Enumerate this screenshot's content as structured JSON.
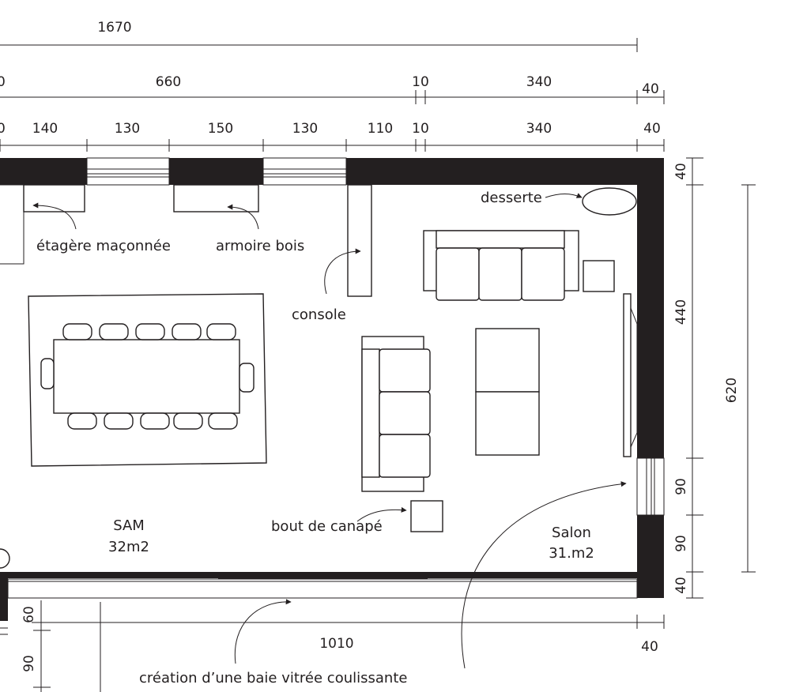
{
  "dimensions": {
    "overall": "1670",
    "row2": {
      "left_cut": "0",
      "span_a": "660",
      "span_b": "10",
      "span_c": "340",
      "span_d": "40"
    },
    "row3": {
      "left_cut": "0",
      "w1": "140",
      "w2": "130",
      "w3": "150",
      "w4": "130",
      "w5": "110",
      "w6": "10",
      "w7": "340",
      "w8": "40"
    },
    "right": {
      "top": "40",
      "middle": "440",
      "window": "90",
      "lower": "90",
      "bottom": "40",
      "total": "620"
    },
    "bottom": {
      "span": "1010",
      "end": "40",
      "left_a": "60",
      "left_b": "90"
    }
  },
  "labels": {
    "shelf": "étagère maçonnée",
    "wardrobe": "armoire bois",
    "console": "console",
    "serving_table": "desserte",
    "side_table": "bout de canapé",
    "dining_name": "SAM",
    "dining_area": "32m2",
    "living_name": "Salon",
    "living_area": "31.m2",
    "bay_window": "création d’une baie vitrée coulissante"
  },
  "colors": {
    "ink": "#231f20",
    "paper": "#ffffff"
  }
}
